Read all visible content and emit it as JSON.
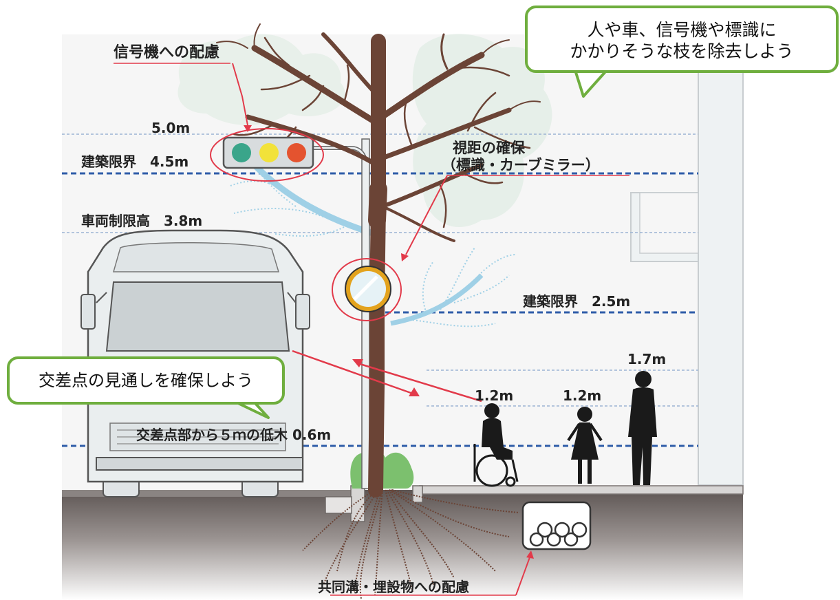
{
  "labels": {
    "signal_consideration": "信号機への配慮",
    "height_5_0": "5.0m",
    "clearance_4_5": "建築限界　4.5m",
    "vehicle_height_3_8": "車両制限高　3.8m",
    "sight_distance_line1": "視距の確保",
    "sight_distance_line2": "（標識・カーブミラー）",
    "clearance_2_5": "建築限界　2.5m",
    "height_1_7": "1.7m",
    "height_1_2_wheelchair": "1.2m",
    "height_1_2_child": "1.2m",
    "low_tree_0_6": "交差点部から５ｍの低木 0.6m",
    "underground_consideration": "共同溝・埋設物への配慮"
  },
  "callouts": {
    "top_line1": "人や車、信号機や標識に",
    "top_line2": "かかりそうな枝を除去しよう",
    "left": "交差点の見通しを確保しよう"
  },
  "colors": {
    "callout_border": "#6fae3e",
    "dashed_line": "#2e5ca8",
    "highlight_red": "#e23a4a",
    "tree_brown": "#6b4436",
    "foliage_light": "#e6efe9",
    "branch_blue": "#9fd0e6",
    "ground": "#6b6360",
    "signal_green": "#3aa58a",
    "signal_yellow": "#f2e23a",
    "signal_red": "#e4532f",
    "mirror_rim": "#e3a31e",
    "silhouette": "#1a1a1a"
  }
}
